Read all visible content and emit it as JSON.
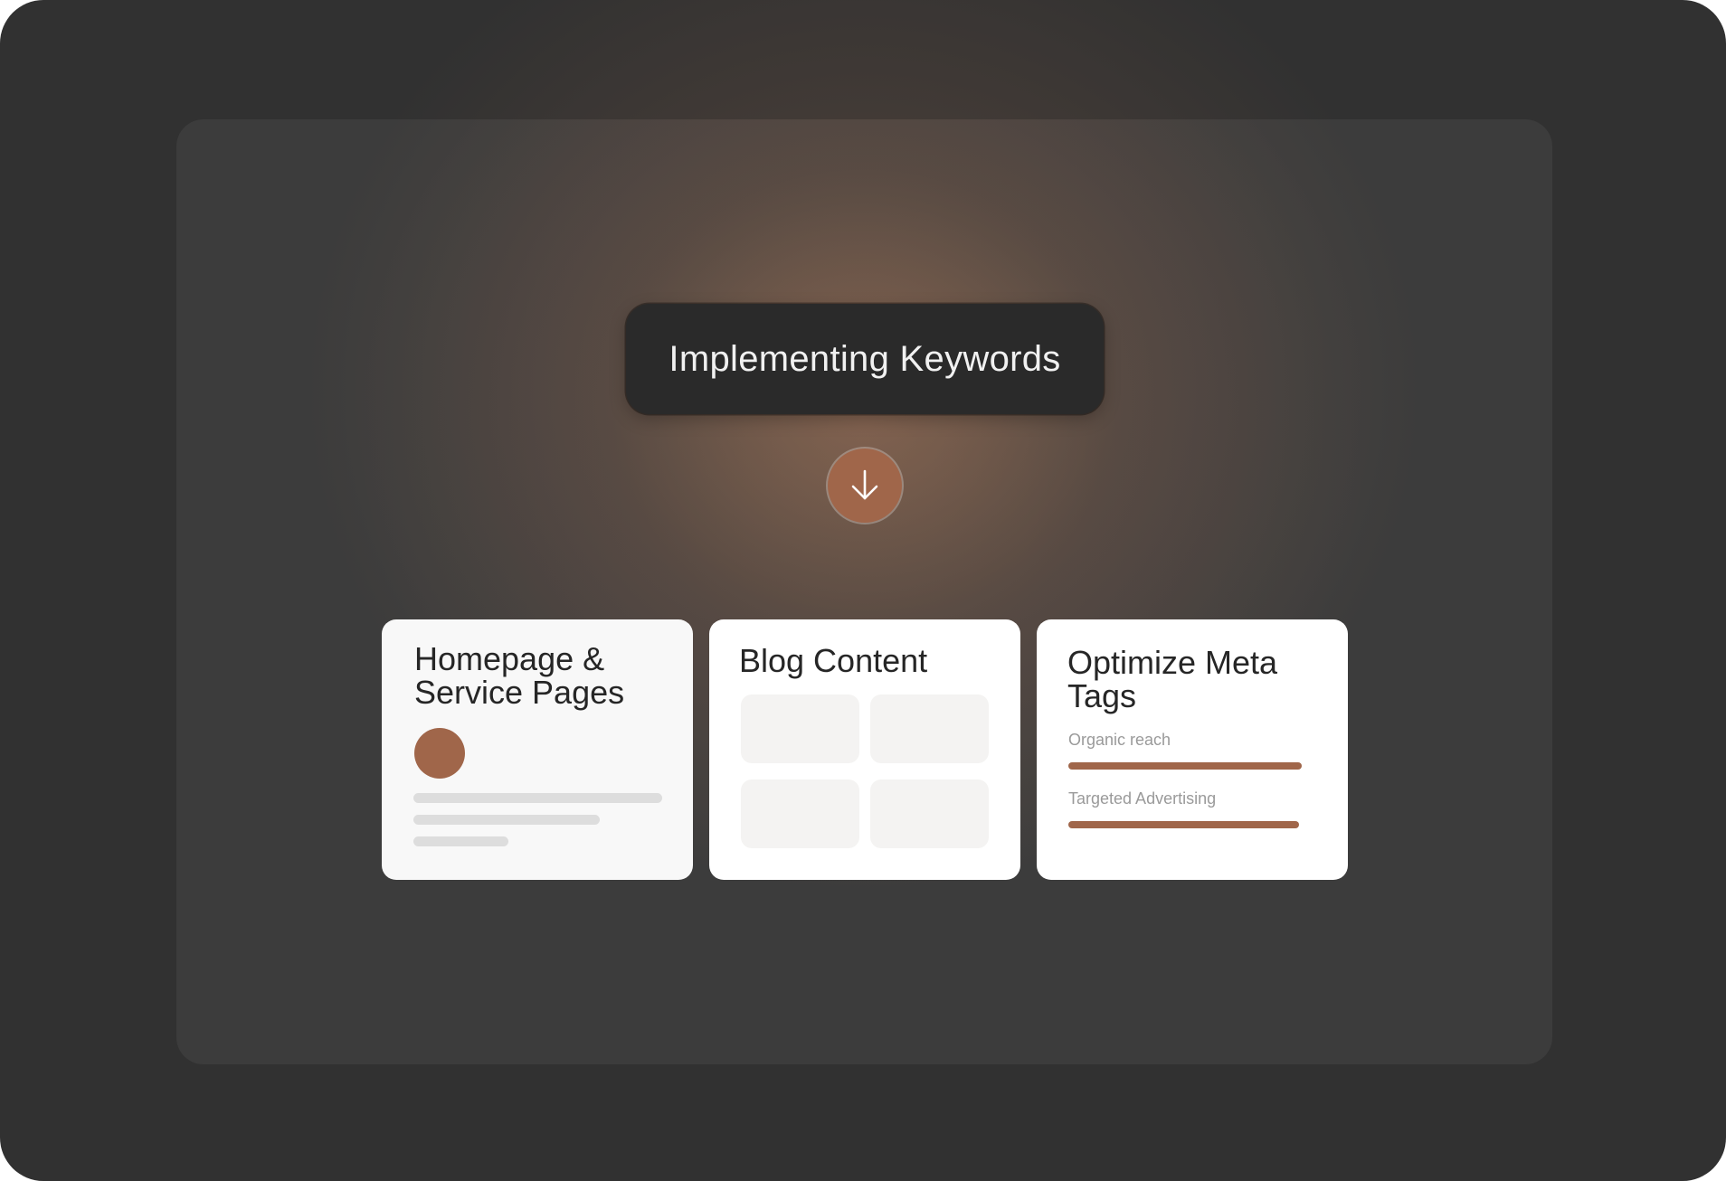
{
  "flow": {
    "step_label": "Implementing Keywords",
    "arrow_icon": "arrow-down-icon",
    "accent_color": "#a0664a"
  },
  "cards": [
    {
      "title_line1": "Homepage &",
      "title_line2": "Service Pages"
    },
    {
      "title": "Blog Content"
    },
    {
      "title_line1": "Optimize Meta",
      "title_line2": "Tags",
      "bars": [
        {
          "label": "Organic reach",
          "value": 1.0
        },
        {
          "label": "Targeted Advertising",
          "value": 0.99
        }
      ]
    }
  ]
}
